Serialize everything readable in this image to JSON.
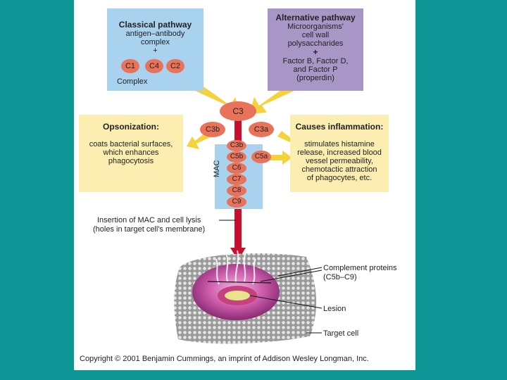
{
  "classical": {
    "title": "Classical pathway",
    "line1": "antigen–antibody",
    "line2": "complex",
    "plus": "+",
    "c1": "C1",
    "c4": "C4",
    "c2": "C2",
    "footer": "Complex"
  },
  "alternative": {
    "title": "Alternative pathway",
    "line1": "Microorganisms'",
    "line2": "cell wall",
    "line3": "polysaccharides",
    "plus": "+",
    "line4": "Factor B, Factor D,",
    "line5": "and Factor P",
    "line6": "(properdin)"
  },
  "c3": "C3",
  "c3b_left": "C3b",
  "c3a": "C3a",
  "c5a": "C5a",
  "opsonization": {
    "title": "Opsonization:",
    "line1": "coats bacterial surfaces,",
    "line2": "which enhances",
    "line3": "phagocytosis"
  },
  "inflammation": {
    "title": "Causes inflammation:",
    "line1": "stimulates histamine",
    "line2": "release, increased blood",
    "line3": "vessel permeability,",
    "line4": "chemotactic attraction",
    "line5": "of phagocytes, etc."
  },
  "mac": {
    "label": "MAC",
    "items": [
      "C3b",
      "C5b",
      "C6",
      "C7",
      "C8",
      "C9"
    ]
  },
  "insertion": {
    "line1": "Insertion of MAC and cell lysis",
    "line2": "(holes in target cell's membrane)"
  },
  "labels": {
    "complement_line1": "Complement proteins",
    "complement_line2": "(C5b–C9)",
    "lesion": "Lesion",
    "target": "Target cell"
  },
  "copyright": "Copyright © 2001 Benjamin Cummings, an imprint of Addison Wesley Longman, Inc.",
  "colors": {
    "background": "#0e9595",
    "blue_box": "#a9d2ee",
    "purple_box": "#a896c6",
    "yellow_box": "#fbeeb0",
    "protein_oval": "#e8735a",
    "arrow_yellow": "#f5d23c",
    "arrow_red": "#c8102e",
    "cell_magenta": "#c0509a"
  }
}
